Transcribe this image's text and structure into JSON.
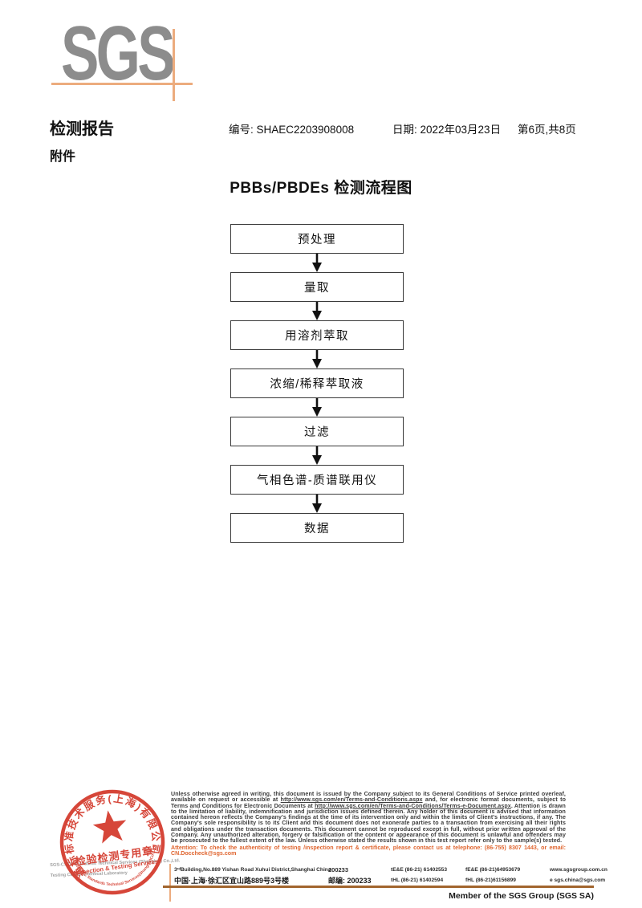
{
  "logo": {
    "text": "SGS"
  },
  "header": {
    "report_title": "检测报告",
    "report_no": "编号: SHAEC2203908008",
    "date": "日期: 2022年03月23日",
    "page_info": "第6页,共8页",
    "attachment": "附件"
  },
  "flowchart": {
    "title": "PBBs/PBDEs 检测流程图",
    "steps": [
      "预处理",
      "量取",
      "用溶剂萃取",
      "浓缩/稀释萃取液",
      "过滤",
      "气相色谱-质谱联用仪",
      "数据"
    ]
  },
  "footer": {
    "disclaimer_parts": [
      {
        "style": "normal",
        "text": "Unless otherwise agreed in writing, this document is issued by the Company subject to its General Conditions of Service printed overleaf, available on request or accessible at "
      },
      {
        "style": "link",
        "text": "http://www.sgs.com/en/Terms-and-Conditions.aspx"
      },
      {
        "style": "normal",
        "text": " and, for electronic format documents, subject to Terms and Conditions for Electronic Documents at "
      },
      {
        "style": "link",
        "text": "http://www.sgs.com/en/Terms-and-Conditions/Terms-e-Document.aspx"
      },
      {
        "style": "normal",
        "text": ". Attention is drawn to the limitation of liability, indemnification and jurisdiction issues defined therein. Any holder of this document is advised that information contained hereon reflects the Company's findings at the time of its intervention only and within the limits of Client's instructions, if any. The Company's sole responsibility is to its Client and this document does not exonerate parties to a transaction from exercising all their rights and obligations under the transaction documents. This document cannot be reproduced except in full, without prior written approval of the Company. Any unauthorized alteration, forgery or falsification of the content or appearance of this document is unlawful and offenders may be prosecuted to the fullest extent of the law. Unless otherwise stated the results shown in this test report refer only to the sample(s) tested."
      }
    ],
    "attention": "Attention: To check the authenticity of testing /inspection report & certificate, please contact us at telephone: (86-755) 8307 1443, or email: CN.Doccheck@sgs.com",
    "address_en": "3ʳᵈBuilding,No.889 Yishan Road Xuhui District,Shanghai China",
    "postcode_en": "200233",
    "tel_en": "tE&E (86-21) 61402553",
    "fax_en": "fE&E (86-21)64953679",
    "website": "www.sgsgroup.com.cn",
    "address_cn": "中国·上海·徐汇区宜山路889号3号楼",
    "postcode_cn": "邮编: 200233",
    "tel_cn": "tHL (86-21) 61402594",
    "fax_cn": "fHL (86-21)61156899",
    "email": "e  sgs.china@sgs.com",
    "member": "Member of the SGS Group (SGS SA)",
    "company_line1": "SGS-CSTC Standards Technical Services (Shanghai) Co.,Ltd.",
    "company_line2": "Testing Center-Chemical Laboratory"
  },
  "stamp": {
    "ring_top": "通标标准技术服务(上海)有限公司",
    "ring_bottom": "SGS-CSTC Standards Technical Services(Shanghai)Co.,Ltd.",
    "center_line1": "检验检测专用章",
    "center_line2": "Inspection & Testing Services"
  },
  "colors": {
    "accent_orange": "#ecac7e",
    "stamp_red": "#d3392b",
    "rule_brown": "#a2652e",
    "attention_orange": "#e0652f",
    "logo_gray": "#8c8c8c"
  }
}
